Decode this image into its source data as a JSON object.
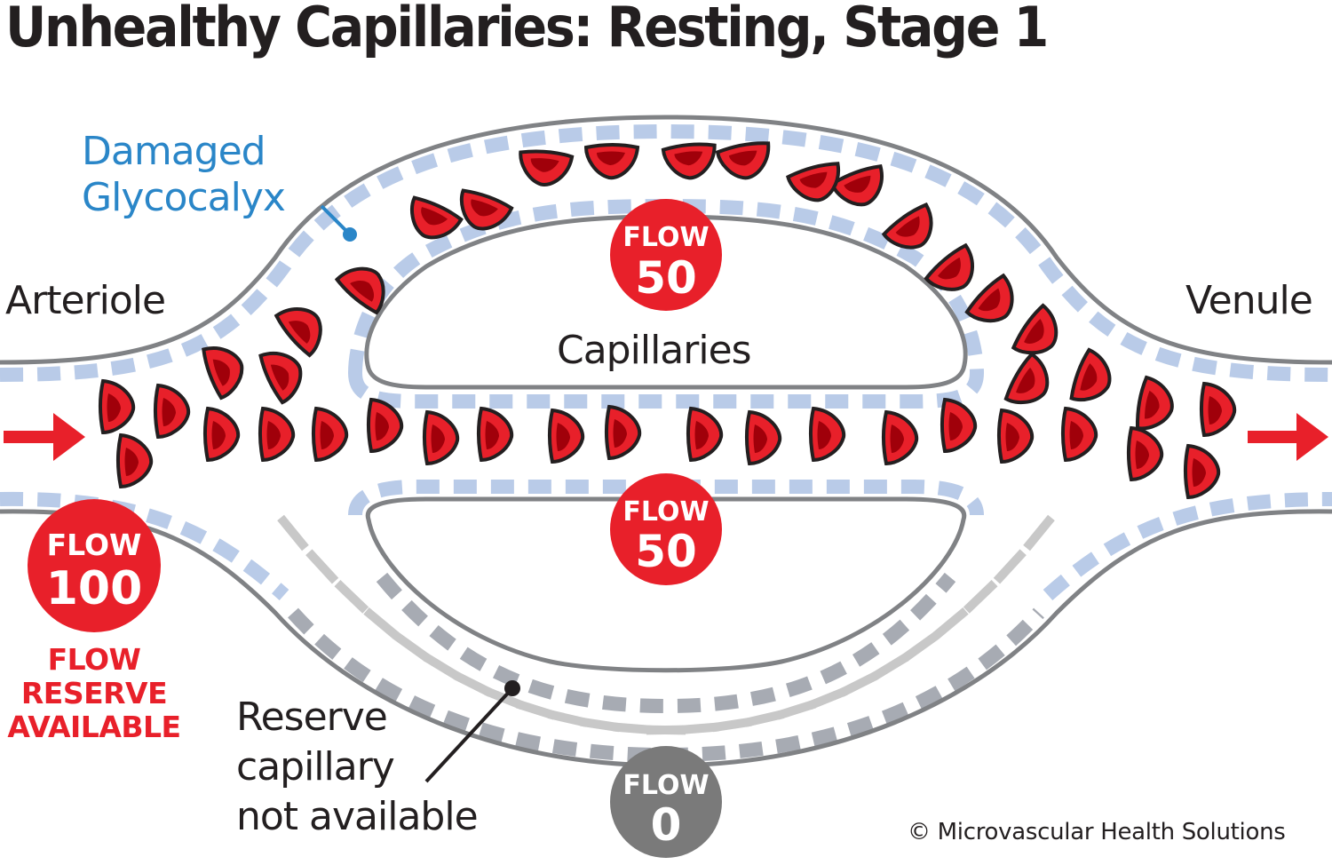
{
  "title": "Unhealthy Capillaries: Resting, Stage 1",
  "labels": {
    "arteriole": "Arteriole",
    "venule": "Venule",
    "capillaries": "Capillaries",
    "glycocalyx_line1": "Damaged",
    "glycocalyx_line2": "Glycocalyx",
    "reserve_line1": "Reserve",
    "reserve_line2": "capillary",
    "reserve_line3": "not available",
    "flow_reserve_line1": "FLOW",
    "flow_reserve_line2": "RESERVE",
    "flow_reserve_line3": "AVAILABLE",
    "copyright": "© Microvascular Health Solutions"
  },
  "flow_badges": {
    "inlet": {
      "label": "FLOW",
      "value": "100",
      "color": "#e8202a"
    },
    "upper_capillary": {
      "label": "FLOW",
      "value": "50",
      "color": "#e8202a"
    },
    "middle_capillary": {
      "label": "FLOW",
      "value": "50",
      "color": "#e8202a"
    },
    "reserve_capillary": {
      "label": "FLOW",
      "value": "0",
      "color": "#7a7a7a"
    }
  },
  "colors": {
    "vessel_wall": "#808285",
    "glycocalyx": "#b9cbe8",
    "glycocalyx_inactive": "#a7abb3",
    "reserve_bars": "#c8c8c8",
    "rbc_fill": "#e8202a",
    "rbc_core": "#a0000a",
    "rbc_outline": "#231f20",
    "arrow": "#e8202a",
    "annotation_blue": "#2a86c8"
  }
}
